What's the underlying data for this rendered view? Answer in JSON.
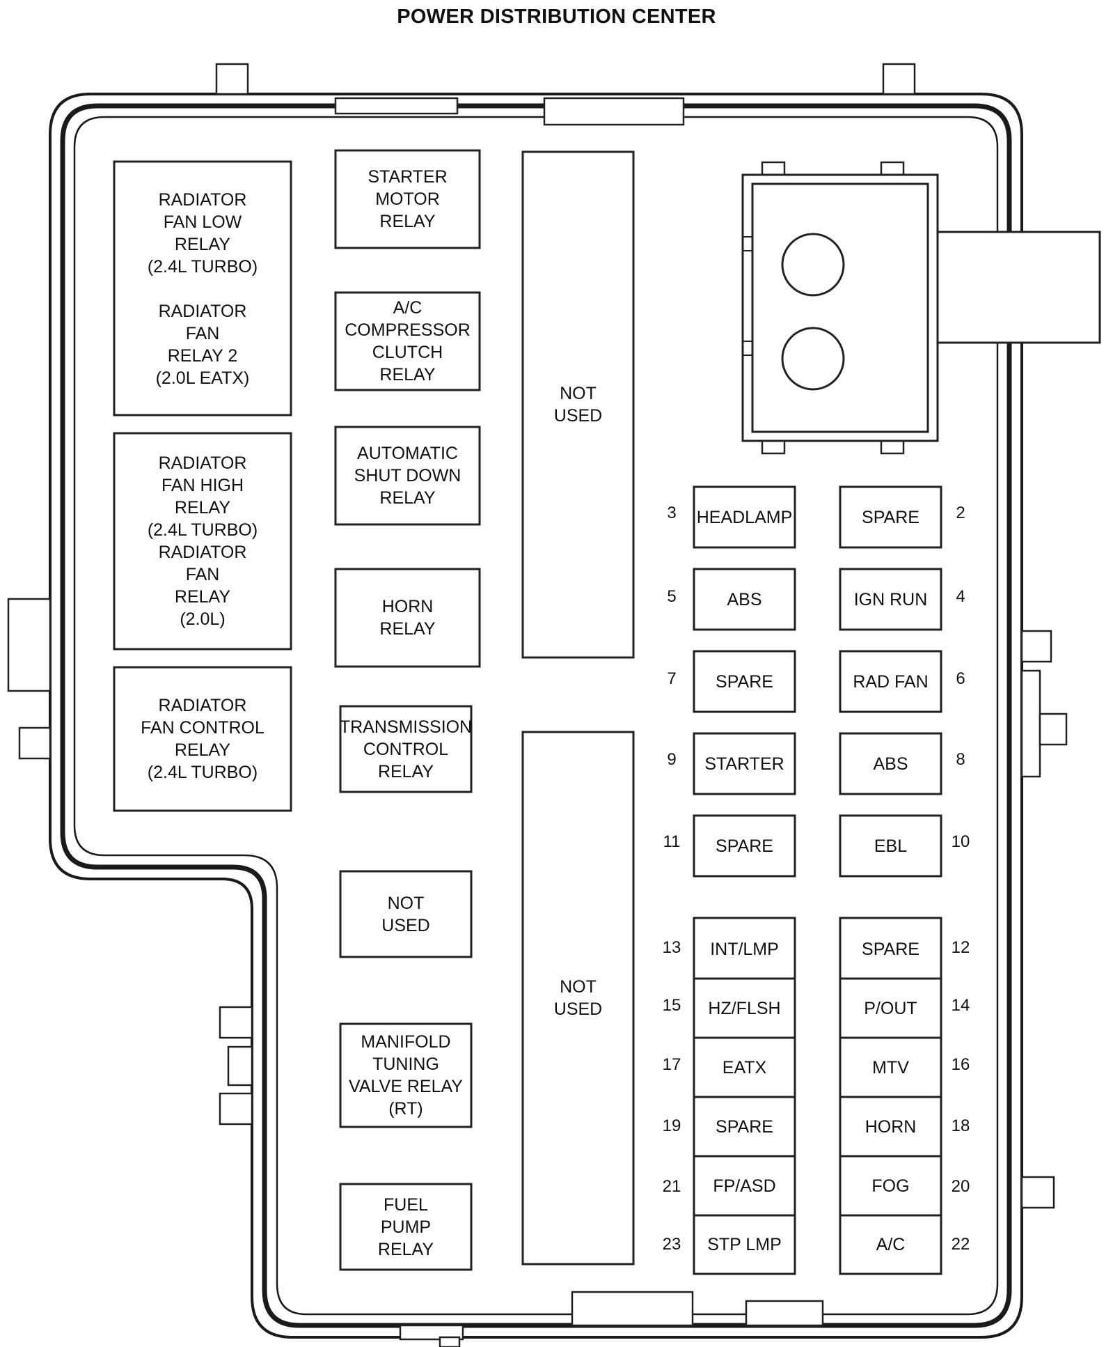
{
  "title": "POWER DISTRIBUTION CENTER",
  "relays_left": [
    {
      "label": "RADIATOR\nFAN LOW\nRELAY\n(2.4L TURBO)\n\nRADIATOR\nFAN\nRELAY 2\n(2.0L EATX)"
    },
    {
      "label": "RADIATOR\nFAN HIGH\nRELAY\n(2.4L TURBO)\nRADIATOR\nFAN\nRELAY\n(2.0L)"
    },
    {
      "label": "RADIATOR\nFAN CONTROL\nRELAY\n(2.4L TURBO)"
    }
  ],
  "relays_middle": [
    {
      "label": "STARTER\nMOTOR\nRELAY"
    },
    {
      "label": "A/C\nCOMPRESSOR\nCLUTCH\nRELAY"
    },
    {
      "label": "AUTOMATIC\nSHUT DOWN\nRELAY"
    },
    {
      "label": "HORN\nRELAY"
    },
    {
      "label": "TRANSMISSION\nCONTROL\nRELAY"
    },
    {
      "label": "NOT\nUSED"
    },
    {
      "label": "MANIFOLD\nTUNING\nVALVE RELAY\n(RT)"
    },
    {
      "label": "FUEL\nPUMP\nRELAY"
    }
  ],
  "not_used": [
    {
      "label": "NOT\nUSED"
    },
    {
      "label": "NOT\nUSED"
    }
  ],
  "fuses_upper": [
    {
      "left_num": "3",
      "left_label": "HEADLAMP",
      "right_label": "SPARE",
      "right_num": "2"
    },
    {
      "left_num": "5",
      "left_label": "ABS",
      "right_label": "IGN RUN",
      "right_num": "4"
    },
    {
      "left_num": "7",
      "left_label": "SPARE",
      "right_label": "RAD FAN",
      "right_num": "6"
    },
    {
      "left_num": "9",
      "left_label": "STARTER",
      "right_label": "ABS",
      "right_num": "8"
    },
    {
      "left_num": "11",
      "left_label": "SPARE",
      "right_label": "EBL",
      "right_num": "10"
    }
  ],
  "fuses_lower": [
    {
      "left_num": "13",
      "left_label": "INT/LMP",
      "right_label": "SPARE",
      "right_num": "12"
    },
    {
      "left_num": "15",
      "left_label": "HZ/FLSH",
      "right_label": "P/OUT",
      "right_num": "14"
    },
    {
      "left_num": "17",
      "left_label": "EATX",
      "right_label": "MTV",
      "right_num": "16"
    },
    {
      "left_num": "19",
      "left_label": "SPARE",
      "right_label": "HORN",
      "right_num": "18"
    },
    {
      "left_num": "21",
      "left_label": "FP/ASD",
      "right_label": "FOG",
      "right_num": "20"
    },
    {
      "left_num": "23",
      "left_label": "STP LMP",
      "right_label": "A/C",
      "right_num": "22"
    }
  ]
}
